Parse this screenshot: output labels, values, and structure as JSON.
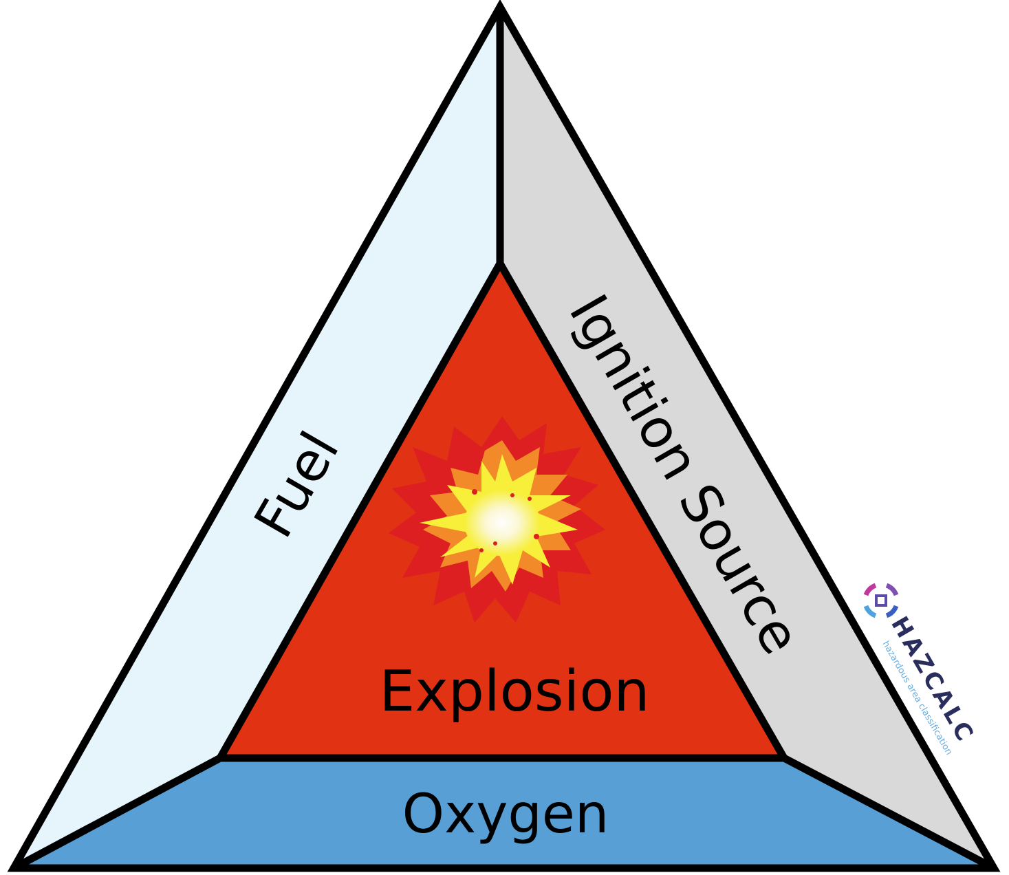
{
  "diagram": {
    "labels": {
      "fuel": "Fuel",
      "ignition": "Ignition Source",
      "oxygen": "Oxygen",
      "center": "Explosion"
    },
    "logo": {
      "name": "HAZCALC",
      "tagline": "hazardous area classification"
    }
  },
  "colors": {
    "fuel_panel": "#e6f4fc",
    "ignition_panel": "#d9d9d9",
    "oxygen_panel": "#589fd6",
    "explosion_triangle": "#e13214",
    "outline": "#000000",
    "brand_text": "#2a2e5c",
    "brand_tagline": "#6aaede",
    "blast_outer": "#dd1f22",
    "blast_mid": "#f28a2a",
    "blast_inner": "#f7ef3a",
    "blast_core": "#fffbe6"
  }
}
